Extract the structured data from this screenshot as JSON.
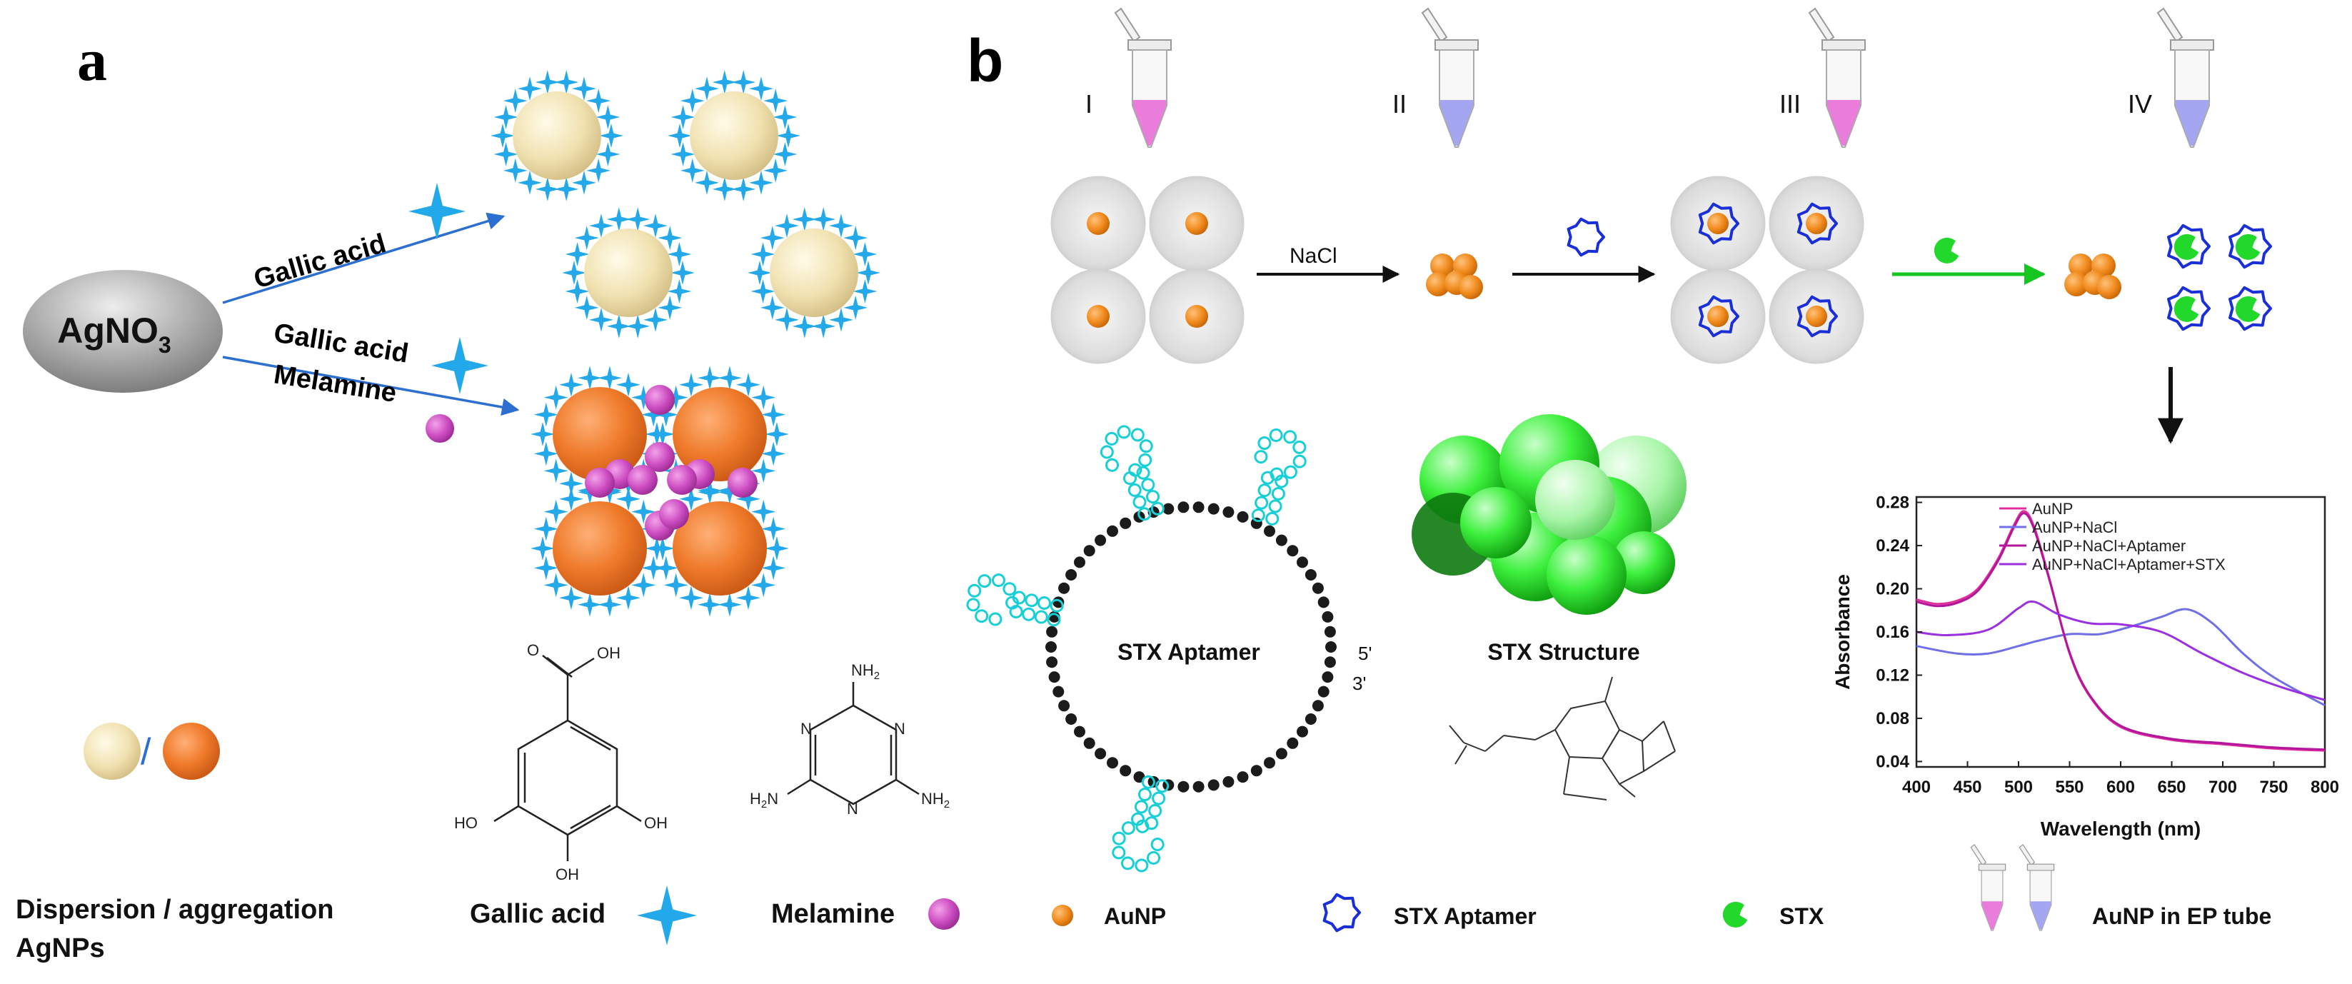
{
  "panel_a": {
    "label": "a",
    "reactant": "AgNO",
    "reactant_sub": "3",
    "route1_label": "Gallic acid",
    "route2_label1": "Gallic acid",
    "route2_label2": "Melamine",
    "gallic_atoms": {
      "o1": "O",
      "oh_top": "OH",
      "ho_left": "HO",
      "oh_right": "OH",
      "oh_bottom": "OH"
    },
    "melamine_atoms": {
      "nh2_top": "NH",
      "nh2_left": "H",
      "nh2_left_n": "N",
      "nh2_right": "NH",
      "sub2": "2",
      "n": "N"
    },
    "legend": {
      "dispersion_line1": "Dispersion / aggregation",
      "dispersion_line2": "AgNPs",
      "slash": "/",
      "gallic": "Gallic acid",
      "melamine": "Melamine"
    },
    "colors": {
      "dispersed": "#efe2b0",
      "aggregated": "#ee7a2b",
      "star": "#23a8ea",
      "melamine": "#c94fbd",
      "arrow": "#2c6fd1"
    }
  },
  "panel_b": {
    "label": "b",
    "tubes": [
      "I",
      "II",
      "III",
      "IV"
    ],
    "step1_reagent": "NaCl",
    "aptamer_label": "STX Aptamer",
    "five_prime": "5'",
    "three_prime": "3'",
    "structure_label": "STX Structure",
    "legend": {
      "aunp": "AuNP",
      "aptamer": "STX Aptamer",
      "stx": "STX",
      "tube": "AuNP in EP tube"
    },
    "colors": {
      "aunp": "#f08a1c",
      "aptamer": "#1a2fd8",
      "stx": "#22d82a",
      "tube_pink": "#e86ed8",
      "tube_blue": "#9a9cf0"
    }
  },
  "chart_data": {
    "type": "line",
    "xlabel": "Wavelength (nm)",
    "ylabel": "Absorbance",
    "xlim": [
      400,
      800
    ],
    "ylim": [
      0.035,
      0.285
    ],
    "xticks": [
      400,
      450,
      500,
      550,
      600,
      650,
      700,
      750,
      800
    ],
    "yticks": [
      0.04,
      0.08,
      0.12,
      0.16,
      0.2,
      0.24,
      0.28
    ],
    "ytick_labels": [
      "0.04",
      "0.08",
      "0.12",
      "0.16",
      "0.20",
      "0.24",
      "0.28"
    ],
    "grid": false,
    "legend_position": "top-right",
    "series": [
      {
        "name": "AuNP",
        "color": "#e0309c",
        "x": [
          400,
          420,
          440,
          460,
          480,
          495,
          505,
          515,
          530,
          550,
          570,
          600,
          650,
          700,
          750,
          800
        ],
        "y": [
          0.19,
          0.186,
          0.189,
          0.2,
          0.228,
          0.258,
          0.272,
          0.258,
          0.21,
          0.14,
          0.1,
          0.072,
          0.06,
          0.056,
          0.052,
          0.05
        ]
      },
      {
        "name": "AuNP+NaCl",
        "color": "#6f6fe6",
        "x": [
          400,
          440,
          470,
          500,
          520,
          550,
          580,
          610,
          640,
          665,
          690,
          720,
          750,
          800
        ],
        "y": [
          0.147,
          0.14,
          0.14,
          0.147,
          0.152,
          0.158,
          0.158,
          0.165,
          0.174,
          0.181,
          0.168,
          0.14,
          0.118,
          0.092
        ]
      },
      {
        "name": "AuNP+NaCl+Aptamer",
        "color": "#b3169c",
        "x": [
          400,
          420,
          440,
          460,
          480,
          495,
          505,
          515,
          530,
          550,
          570,
          600,
          650,
          700,
          750,
          800
        ],
        "y": [
          0.188,
          0.184,
          0.187,
          0.198,
          0.226,
          0.256,
          0.27,
          0.256,
          0.209,
          0.141,
          0.101,
          0.073,
          0.061,
          0.057,
          0.053,
          0.051
        ]
      },
      {
        "name": "AuNP+NaCl+Aptamer+STX",
        "color": "#9b30e0",
        "x": [
          400,
          430,
          470,
          500,
          515,
          540,
          570,
          600,
          640,
          680,
          720,
          760,
          800
        ],
        "y": [
          0.16,
          0.157,
          0.162,
          0.182,
          0.188,
          0.176,
          0.168,
          0.167,
          0.16,
          0.14,
          0.122,
          0.108,
          0.097
        ]
      }
    ]
  }
}
